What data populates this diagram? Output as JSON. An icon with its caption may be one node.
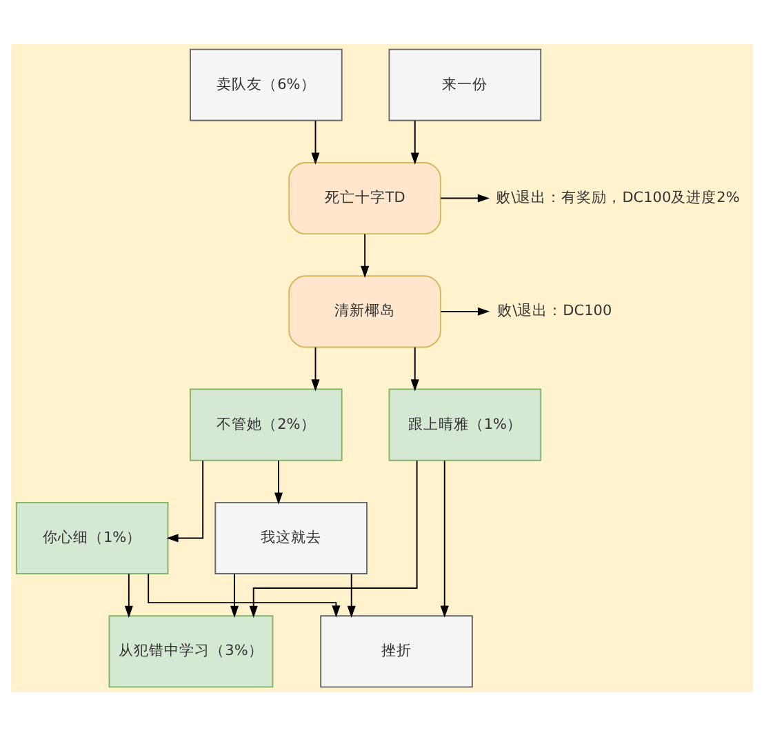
{
  "diagram": {
    "nodes": [
      {
        "text": [
          "卖队友（6%）"
        ]
      },
      {
        "text": [
          "来一份"
        ]
      },
      {
        "text": [
          "死亡十字TD"
        ]
      },
      {
        "text": [
          "败\\退出：有奖励，DC100及进度2%"
        ]
      },
      {
        "text": [
          "清新椰岛"
        ]
      },
      {
        "text": [
          "败\\退出：DC100"
        ]
      },
      {
        "text": [
          "不管她（2%）"
        ]
      },
      {
        "text": [
          "跟上晴雅（1%）"
        ]
      },
      {
        "text": [
          "你心细（1%）"
        ]
      },
      {
        "text": [
          "我这就去"
        ]
      },
      {
        "text": [
          "从犯错中学习（3%）"
        ]
      },
      {
        "text": [
          "挫折"
        ]
      }
    ],
    "edges": [
      {
        "from": 0,
        "to": 2,
        "arrow": "to"
      },
      {
        "from": 1,
        "to": 2,
        "arrow": "to"
      },
      {
        "from": 2,
        "to": 3,
        "arrow": "to"
      },
      {
        "from": 2,
        "to": 4,
        "arrow": "to"
      },
      {
        "from": 4,
        "to": 5,
        "arrow": "to"
      },
      {
        "from": 4,
        "to": 6,
        "arrow": "to"
      },
      {
        "from": 4,
        "to": 7,
        "arrow": "to"
      },
      {
        "from": 6,
        "to": 8,
        "arrow": "to"
      },
      {
        "from": 6,
        "to": 9,
        "arrow": "to"
      },
      {
        "from": 8,
        "to": 10,
        "arrow": "to"
      },
      {
        "from": 8,
        "to": 11,
        "arrow": "to"
      },
      {
        "from": 9,
        "to": 10,
        "arrow": "to"
      },
      {
        "from": 9,
        "to": 11,
        "arrow": "to"
      },
      {
        "from": 7,
        "to": 10,
        "arrow": "to"
      },
      {
        "from": 7,
        "to": 11,
        "arrow": "to"
      }
    ]
  }
}
